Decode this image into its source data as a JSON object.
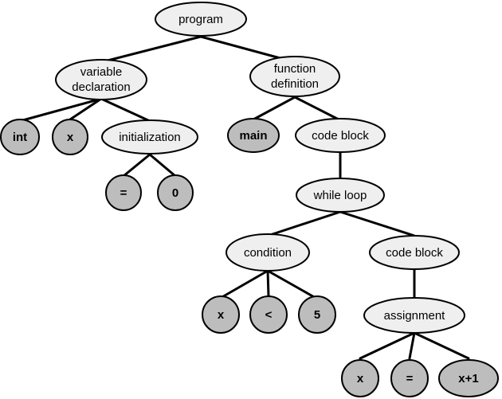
{
  "tree": {
    "program": "program",
    "variable_declaration": [
      "variable",
      "declaration"
    ],
    "function_definition": [
      "function",
      "definition"
    ],
    "type_int": "int",
    "var_x": "x",
    "initialization": "initialization",
    "init_equals": "=",
    "init_zero": "0",
    "func_name": "main",
    "code_block_outer": "code block",
    "while_loop": "while loop",
    "condition": "condition",
    "code_block_inner": "code block",
    "cond_x": "x",
    "cond_less": "<",
    "cond_five": "5",
    "assignment": "assignment",
    "assign_x": "x",
    "assign_equals": "=",
    "assign_x_plus_1": "x+1"
  },
  "colors": {
    "inner_fill": "#efefef",
    "leaf_fill": "#bdbdbd",
    "stroke": "#000000"
  }
}
